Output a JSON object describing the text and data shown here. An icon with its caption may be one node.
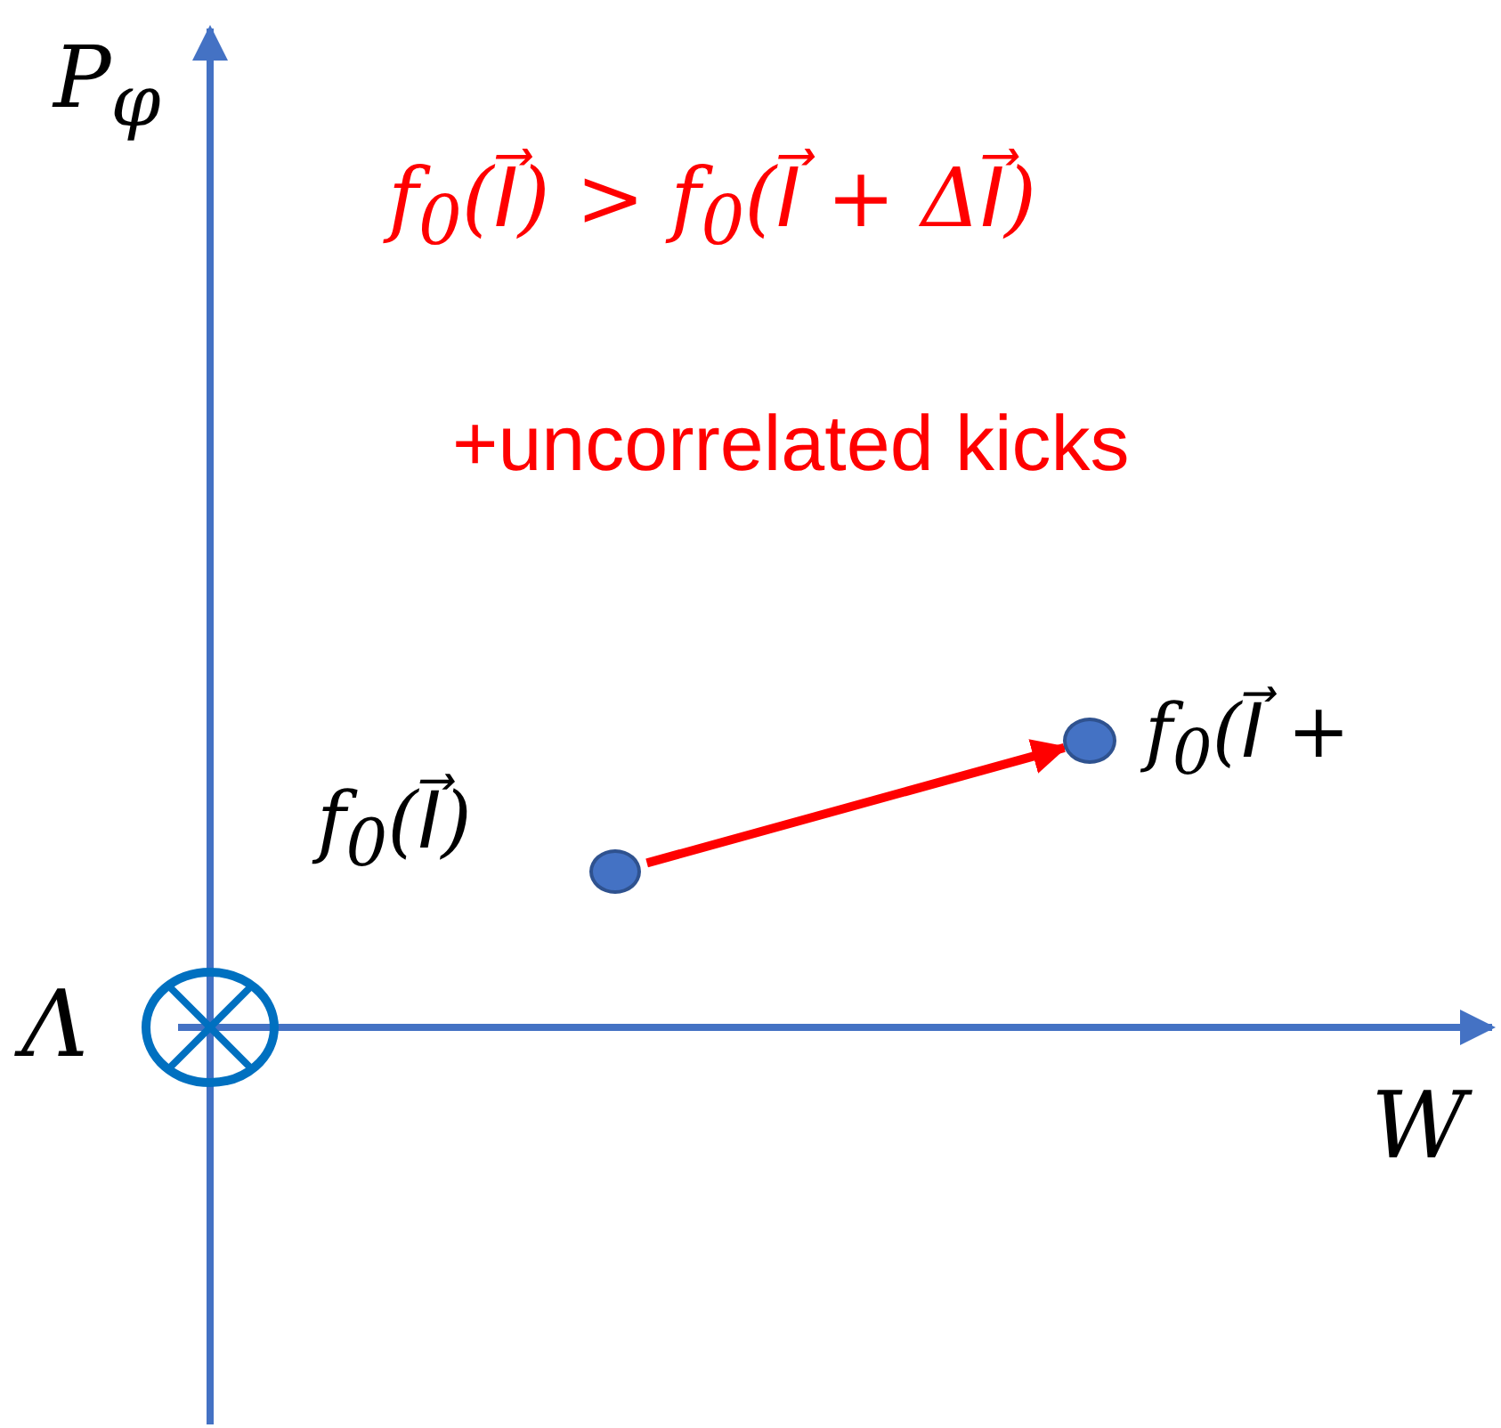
{
  "diagram": {
    "nodes": [
      {
        "text": [],
        "shape": "circle",
        "beside": [
          "f$_{0}$(I⃗)"
        ]
      },
      {
        "text": [],
        "shape": "circle",
        "beside": [
          "f$_{0}$(I⃗ +"
        ]
      }
    ],
    "edges": [
      {
        "from": 0,
        "to": 1,
        "arrow": "to",
        "color": "#ff0000"
      }
    ],
    "labels": [
      "P$_{φ}$",
      "f$_{0}$(I⃗) > f$_{0}$(I⃗ + ΔI⃗)",
      "+uncorrelated kicks",
      "Λ",
      "W"
    ]
  }
}
